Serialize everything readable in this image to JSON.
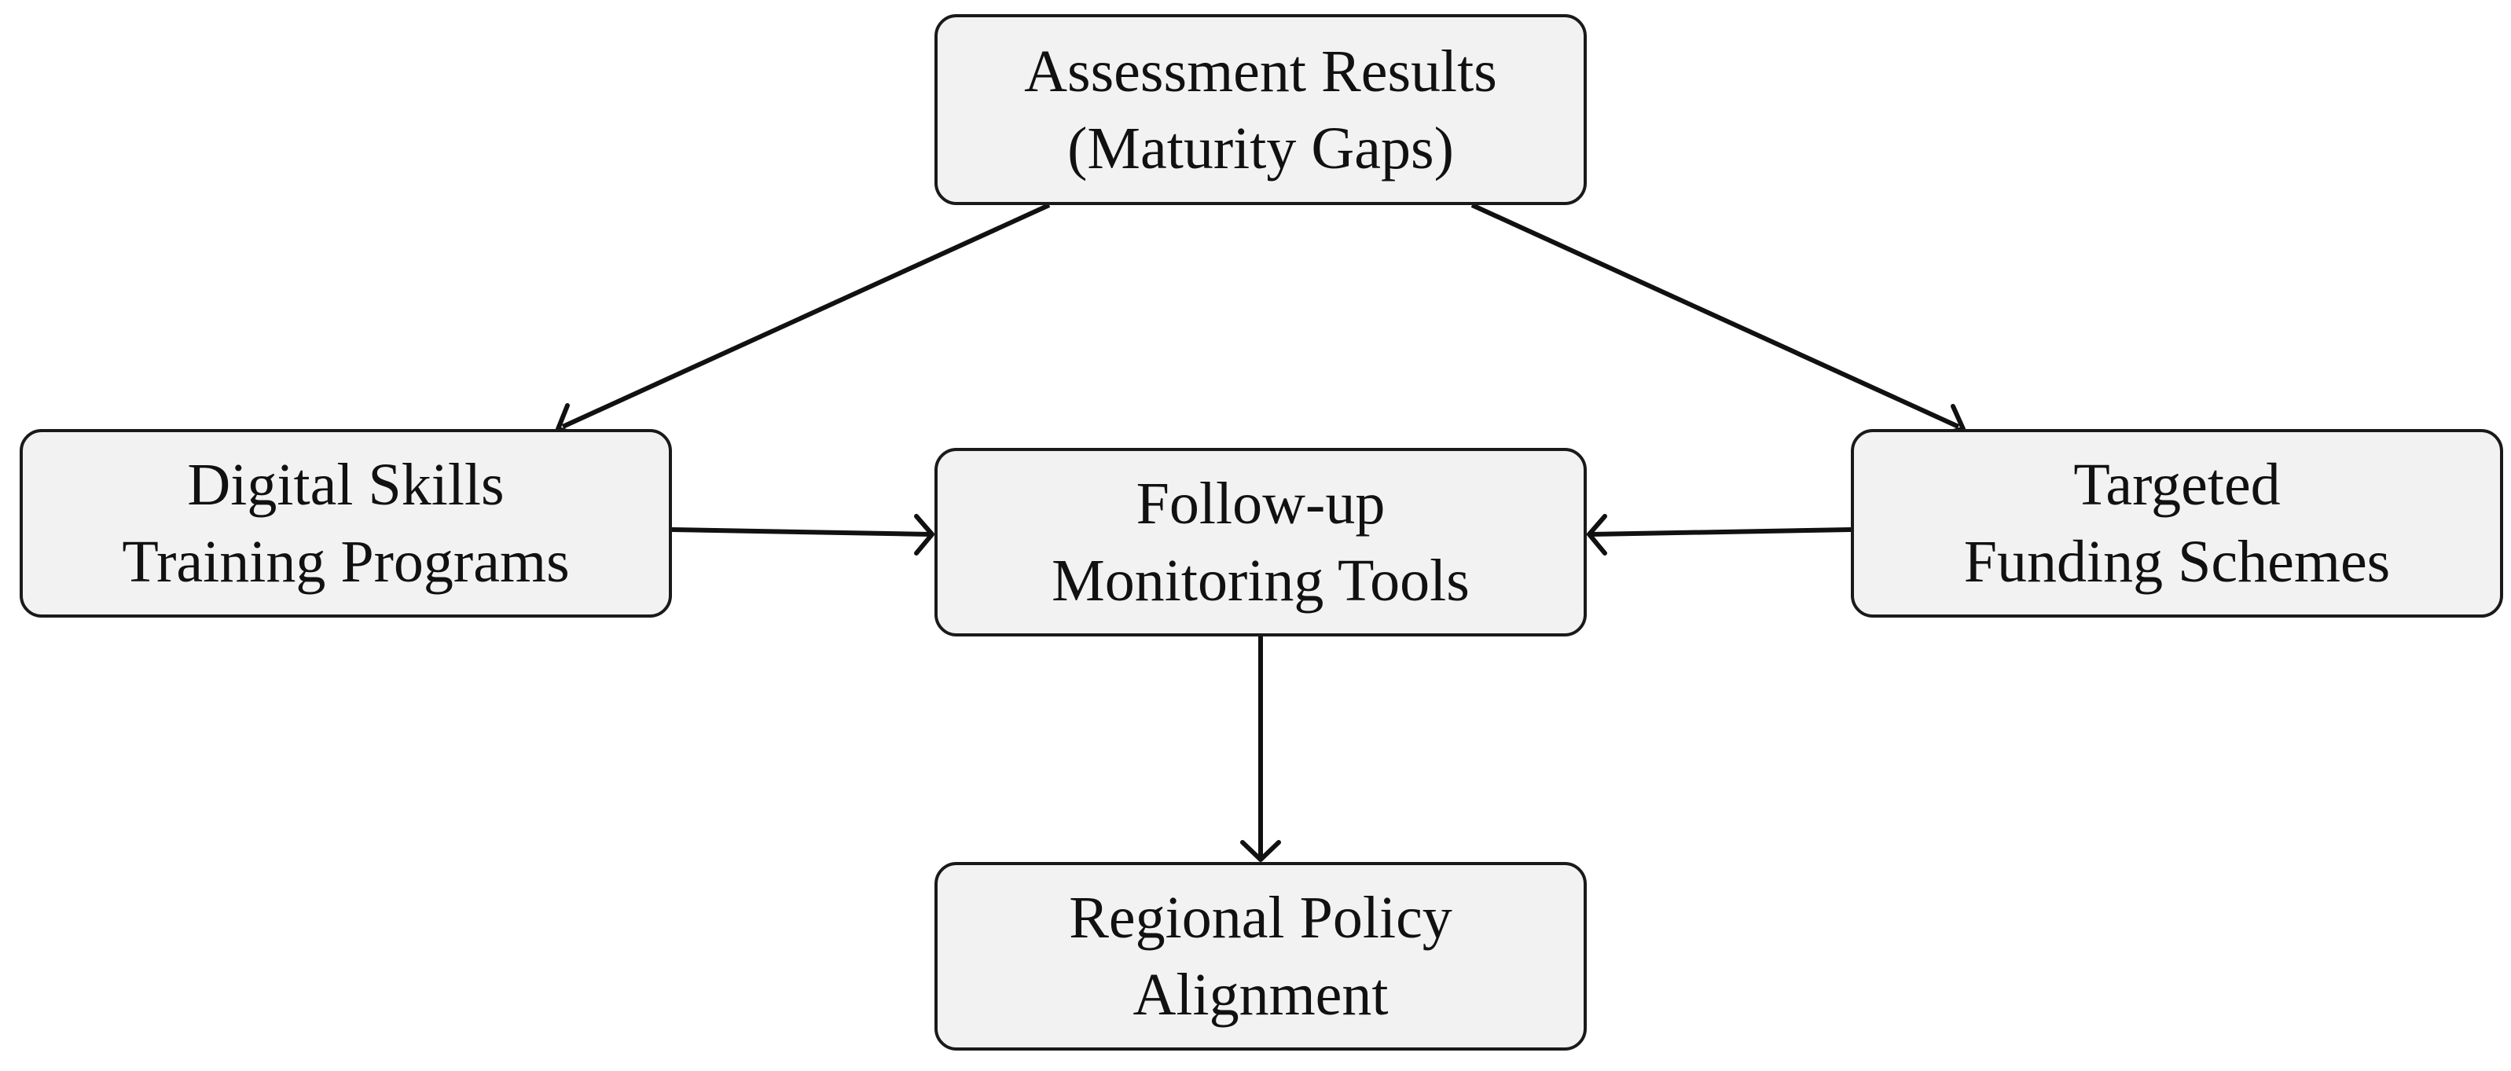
{
  "diagram": {
    "nodes": {
      "assessment": {
        "line1": "Assessment Results",
        "line2": "(Maturity Gaps)"
      },
      "skills": {
        "line1": "Digital Skills",
        "line2": "Training Programs"
      },
      "monitoring": {
        "line1": "Follow-up",
        "line2": "Monitoring Tools"
      },
      "funding": {
        "line1": "Targeted",
        "line2": "Funding Schemes"
      },
      "policy": {
        "line1": "Regional Policy",
        "line2": "Alignment"
      }
    },
    "edges": [
      {
        "from": "assessment",
        "to": "skills"
      },
      {
        "from": "assessment",
        "to": "funding"
      },
      {
        "from": "skills",
        "to": "monitoring"
      },
      {
        "from": "funding",
        "to": "monitoring"
      },
      {
        "from": "monitoring",
        "to": "policy"
      }
    ],
    "colors": {
      "node_fill": "#f2f2f2",
      "stroke": "#111111"
    }
  }
}
